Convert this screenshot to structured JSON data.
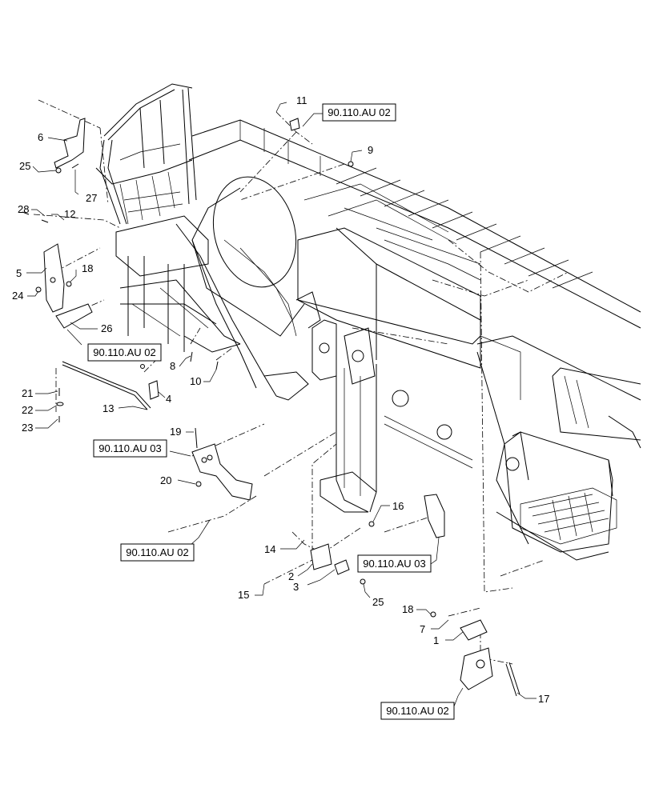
{
  "callouts": [
    {
      "id": "c1",
      "text": "1"
    },
    {
      "id": "c2",
      "text": "2"
    },
    {
      "id": "c3",
      "text": "3"
    },
    {
      "id": "c4",
      "text": "4"
    },
    {
      "id": "c5",
      "text": "5"
    },
    {
      "id": "c6",
      "text": "6"
    },
    {
      "id": "c7",
      "text": "7"
    },
    {
      "id": "c8",
      "text": "8"
    },
    {
      "id": "c9",
      "text": "9"
    },
    {
      "id": "c10",
      "text": "10"
    },
    {
      "id": "c11",
      "text": "11"
    },
    {
      "id": "c12",
      "text": "12"
    },
    {
      "id": "c13",
      "text": "13"
    },
    {
      "id": "c14",
      "text": "14"
    },
    {
      "id": "c15",
      "text": "15"
    },
    {
      "id": "c16",
      "text": "16"
    },
    {
      "id": "c17",
      "text": "17"
    },
    {
      "id": "c18a",
      "text": "18"
    },
    {
      "id": "c18b",
      "text": "18"
    },
    {
      "id": "c19",
      "text": "19"
    },
    {
      "id": "c20",
      "text": "20"
    },
    {
      "id": "c21",
      "text": "21"
    },
    {
      "id": "c22",
      "text": "22"
    },
    {
      "id": "c23",
      "text": "23"
    },
    {
      "id": "c24",
      "text": "24"
    },
    {
      "id": "c25a",
      "text": "25"
    },
    {
      "id": "c25b",
      "text": "25"
    },
    {
      "id": "c26",
      "text": "26"
    },
    {
      "id": "c27",
      "text": "27"
    },
    {
      "id": "c28",
      "text": "28"
    }
  ],
  "references": [
    {
      "id": "r1",
      "text": "90.110.AU 02"
    },
    {
      "id": "r2",
      "text": "90.110.AU 02"
    },
    {
      "id": "r3",
      "text": "90.110.AU 03"
    },
    {
      "id": "r4",
      "text": "90.110.AU 02"
    },
    {
      "id": "r5",
      "text": "90.110.AU 03"
    },
    {
      "id": "r6",
      "text": "90.110.AU 02"
    }
  ]
}
